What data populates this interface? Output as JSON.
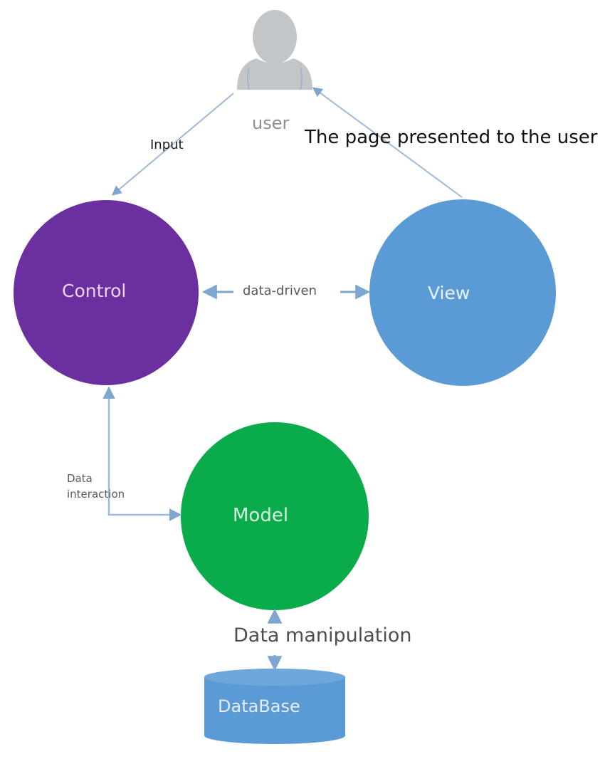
{
  "nodes": {
    "user": "user",
    "control": "Control",
    "view": "View",
    "model": "Model",
    "database": "DataBase"
  },
  "edges": {
    "input": "Input",
    "page_presented": "The page presented to the user",
    "data_driven": "data-driven",
    "data_interaction": "Data\ninteraction",
    "data_manipulation": "Data manipulation"
  },
  "colors": {
    "control": "#6b2fa0",
    "view": "#5b9bd5",
    "model": "#0aab4a",
    "database": "#5b9bd5",
    "user_icon": "#c0c3c6",
    "arrow": "#7fa6cf"
  },
  "icons": {
    "user": "person-silhouette-icon"
  }
}
